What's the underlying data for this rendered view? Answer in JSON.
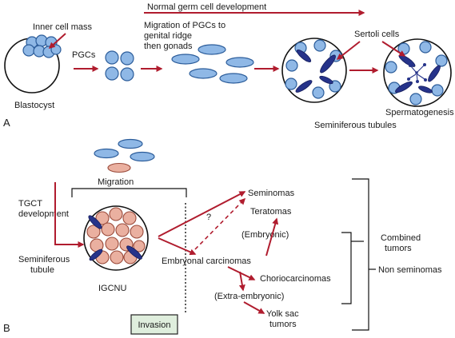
{
  "panel_a": {
    "marker": "A",
    "top_arrow_label": "Normal germ cell development",
    "inner_cell_mass": "Inner cell mass",
    "blastocyst": "Blastocyst",
    "pgcs": "PGCs",
    "migration_line1": "Migration of PGCs to",
    "migration_line2": "genital ridge",
    "migration_line3": "then gonads",
    "sertoli_cells": "Sertoli cells",
    "spermatogenesis": "Spermatogenesis",
    "seminiferous_tubules": "Seminiferous tubules"
  },
  "panel_b": {
    "marker": "B",
    "migration": "Migration",
    "tgct_line1": "TGCT",
    "tgct_line2": "development",
    "seminiferous_line1": "Seminiferous",
    "seminiferous_line2": "tubule",
    "igcnu": "IGCNU",
    "invasion": "Invasion",
    "question": "?",
    "seminomas": "Seminomas",
    "teratomas": "Teratomas",
    "embryonic": "(Embryonic)",
    "embryonal_carcinomas": "Embryonal carcinomas",
    "choriocarcinomas": "Choriocarcinomas",
    "extra_embryonic": "(Extra-embryonic)",
    "yolk_line1": "Yolk sac",
    "yolk_line2": "tumors",
    "combined_line1": "Combined",
    "combined_line2": "tumors",
    "non_seminomas": "Non seminomas"
  },
  "colors": {
    "arrow": "#b01c2e",
    "cell_blue": "#8fb8e6",
    "cell_pink": "#eab0a0",
    "sertoli": "#26338a",
    "invasion_box": "#dfeedd"
  }
}
